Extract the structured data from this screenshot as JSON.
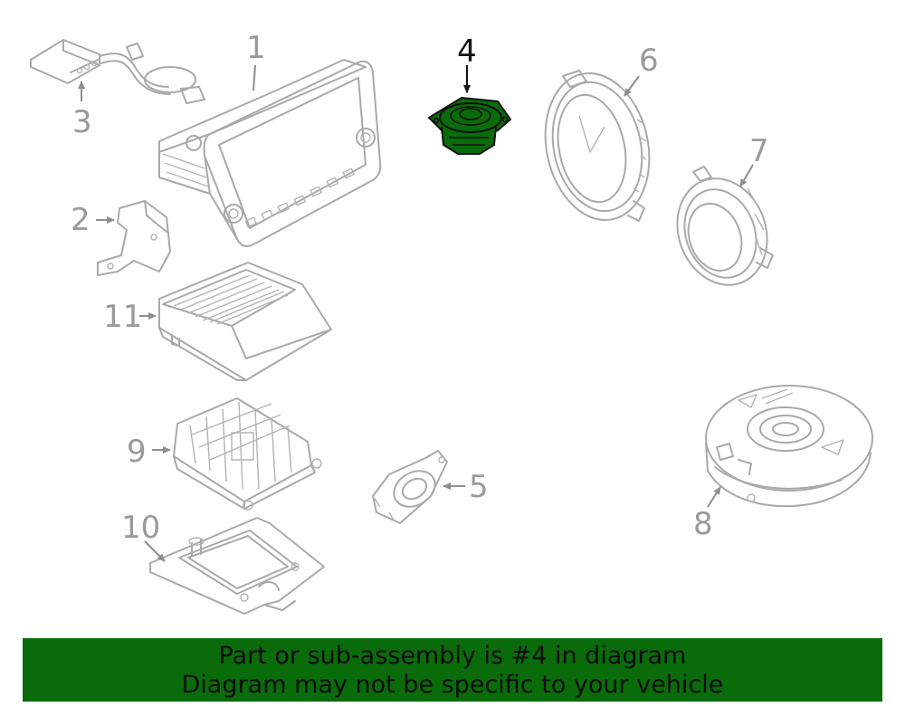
{
  "diagram": {
    "highlighted_part": "4",
    "highlight_color": "#0a6b0a",
    "callouts": {
      "c1": "1",
      "c2": "2",
      "c3": "3",
      "c4": "4",
      "c5": "5",
      "c6": "6",
      "c7": "7",
      "c8": "8",
      "c9": "9",
      "c10": "10",
      "c11": "11"
    }
  },
  "banner": {
    "line1": "Part or sub-assembly is #4 in diagram",
    "line2": "Diagram may not be specific to your vehicle",
    "background": "#0a6b0a"
  }
}
